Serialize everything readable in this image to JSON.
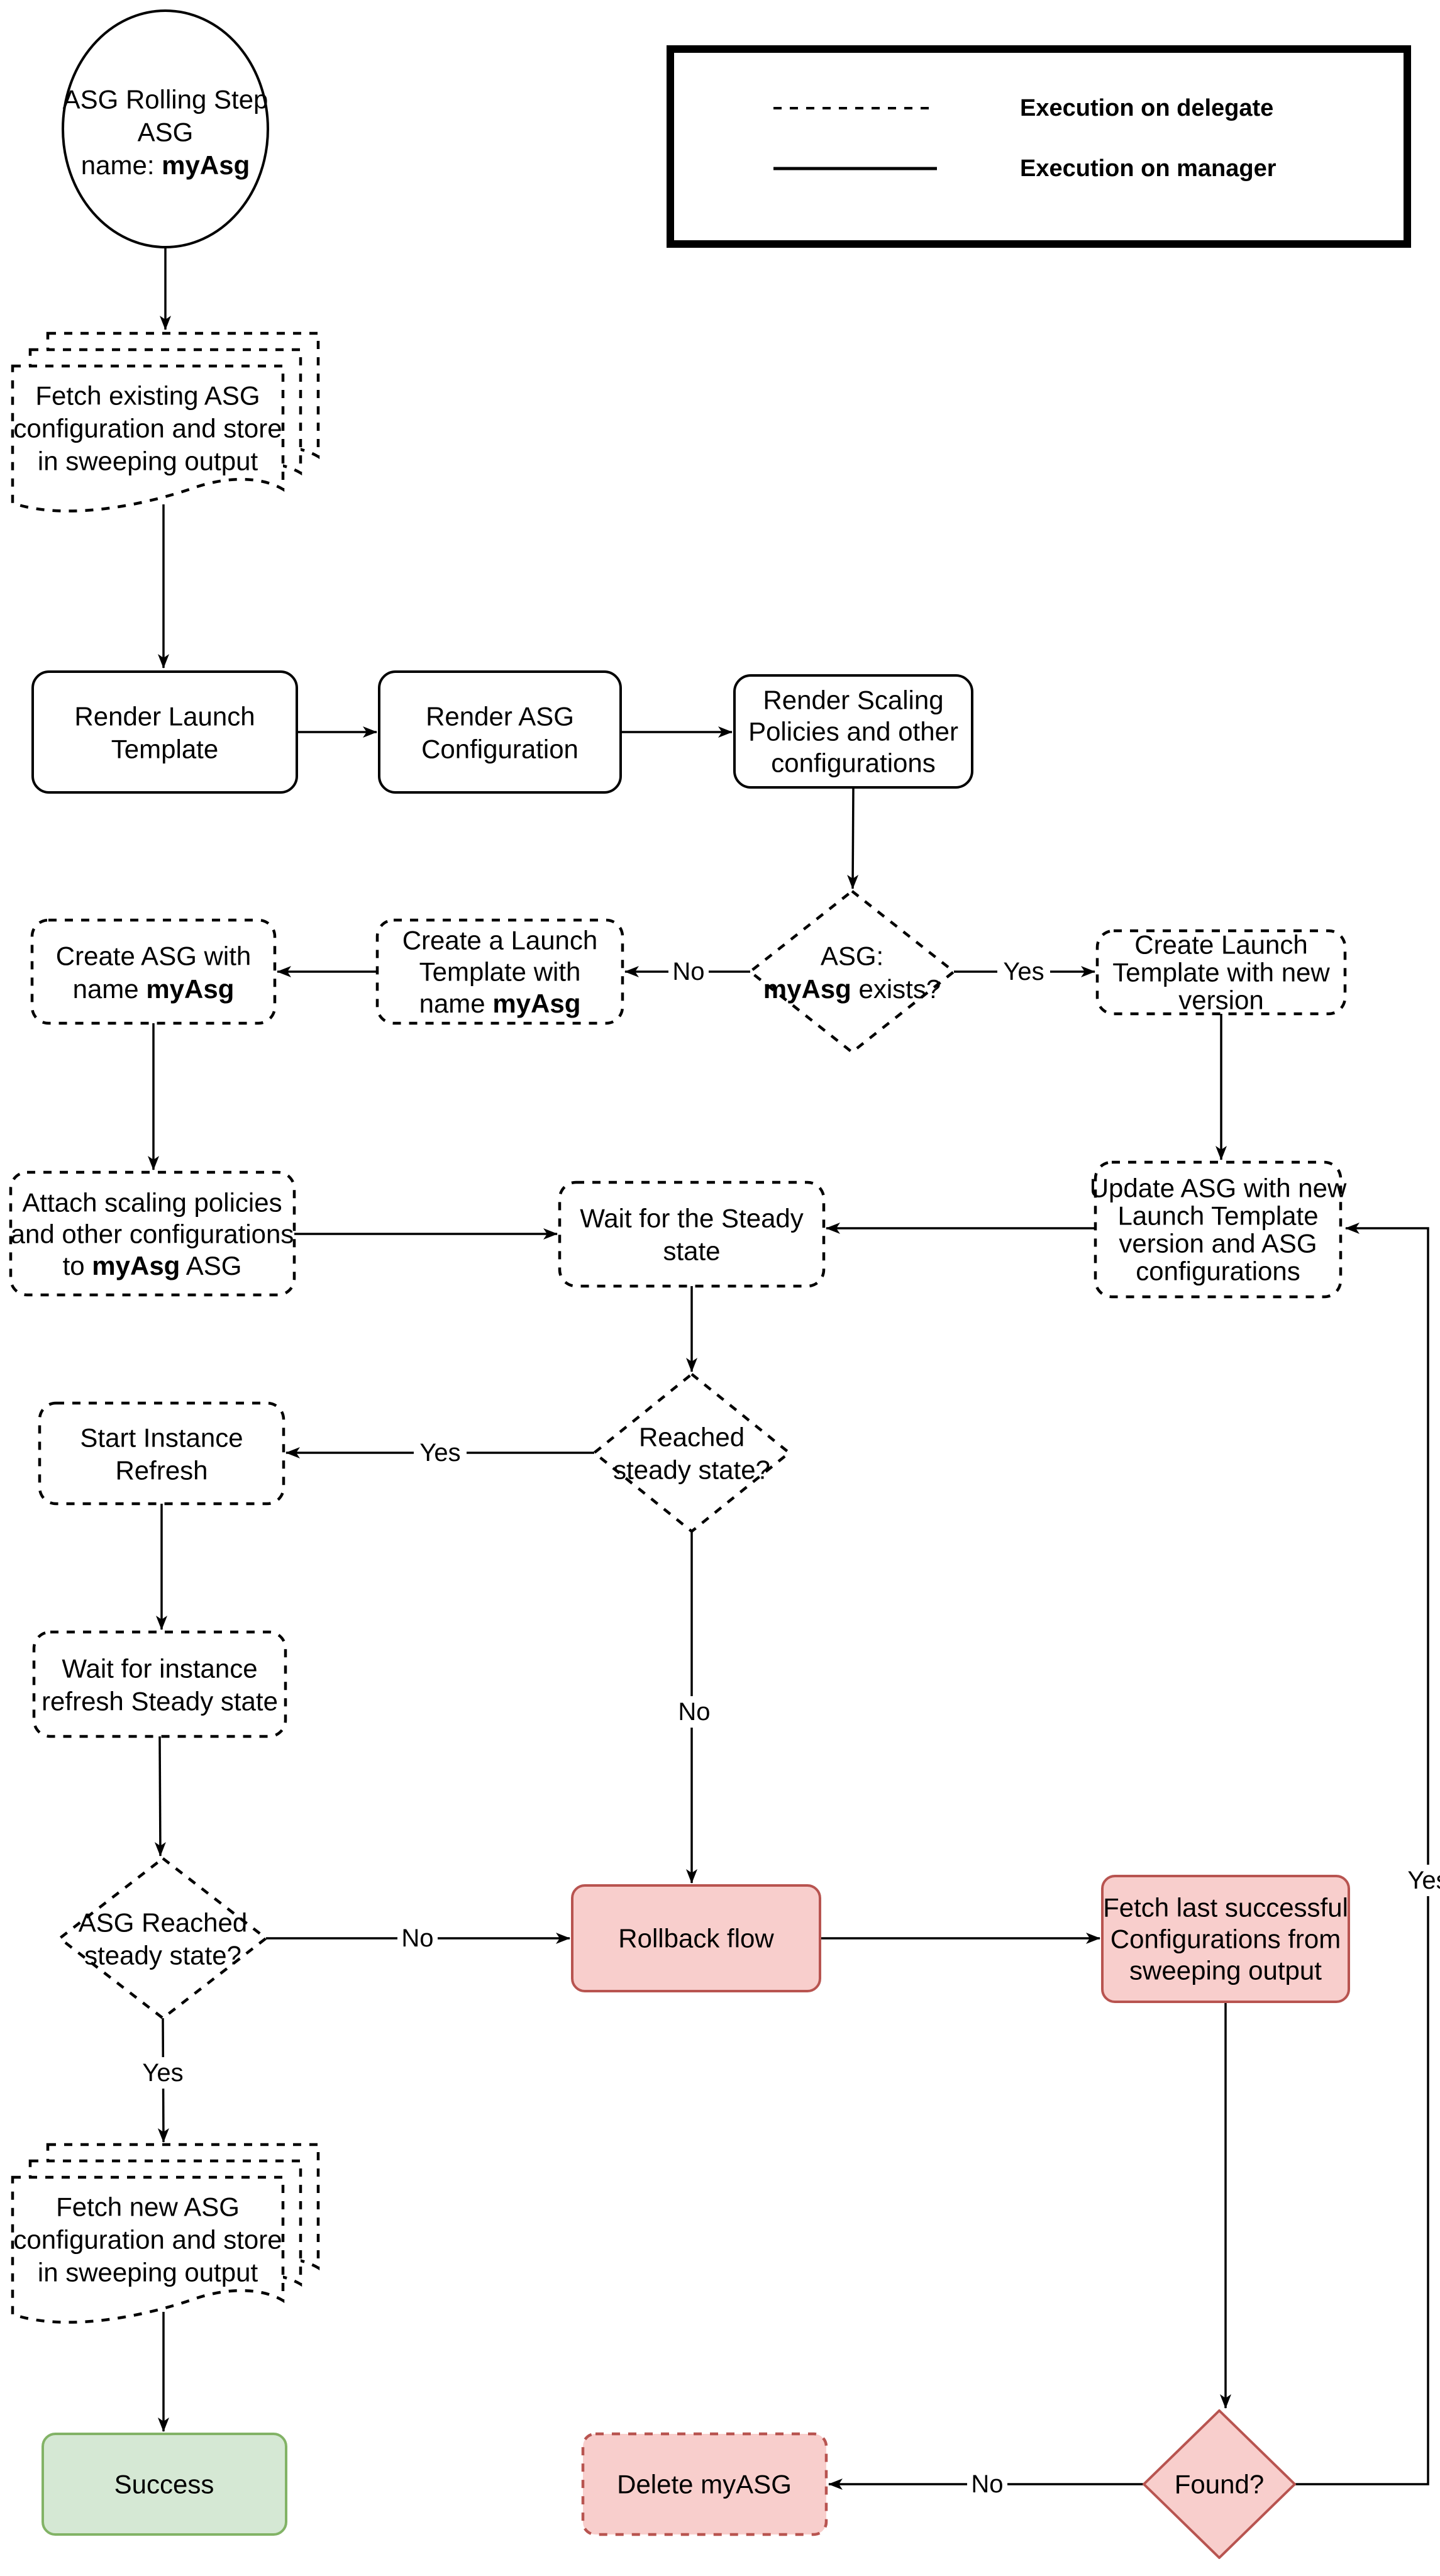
{
  "legend": {
    "items": [
      {
        "style": "dashed",
        "label": "Execution on delegate"
      },
      {
        "style": "solid",
        "label": "Execution on manager"
      }
    ]
  },
  "colors": {
    "background": "#ffffff",
    "stroke": "#000000",
    "pink_fill": "#f8cecc",
    "pink_stroke": "#b85450",
    "green_fill": "#d5e8d4",
    "green_stroke": "#82b366"
  },
  "nodes": {
    "start": {
      "l1": "ASG Rolling Step",
      "l2": "ASG",
      "l3a": "name: ",
      "l3b": "myAsg"
    },
    "fetch_existing": {
      "l1": "Fetch existing ASG",
      "l2": "configuration and store",
      "l3": "in sweeping output"
    },
    "render_launch_template": {
      "l1": "Render Launch",
      "l2": "Template"
    },
    "render_asg_config": {
      "l1": "Render ASG",
      "l2": "Configuration"
    },
    "render_scaling": {
      "l1": "Render Scaling",
      "l2": "Policies and other",
      "l3": "configurations"
    },
    "asg_exists": {
      "l1": "ASG:",
      "l2a": "myAsg",
      "l2b": " exists?"
    },
    "create_launch_template": {
      "l1": "Create a Launch",
      "l2": "Template with",
      "l3a": "name ",
      "l3b": "myAsg"
    },
    "create_asg": {
      "l1": "Create ASG with",
      "l2a": "name ",
      "l2b": "myAsg"
    },
    "create_lt_new_version": {
      "l1": "Create Launch",
      "l2": "Template with new",
      "l3": "version"
    },
    "attach_scaling": {
      "l1": "Attach scaling policies",
      "l2": "and other configurations",
      "l3a": "to ",
      "l3b": "myAsg",
      "l3c": " ASG"
    },
    "wait_steady": {
      "l1": "Wait for the Steady",
      "l2": "state"
    },
    "update_asg": {
      "l1": "Update ASG with new",
      "l2": "Launch Template",
      "l3": "version and ASG",
      "l4": "configurations"
    },
    "reached_steady": {
      "l1": "Reached",
      "l2": "steady state?"
    },
    "start_instance_refresh": {
      "l1": "Start Instance",
      "l2": "Refresh"
    },
    "wait_instance_refresh": {
      "l1": "Wait for instance",
      "l2": "refresh Steady state"
    },
    "asg_reached_steady": {
      "l1": "ASG Reached",
      "l2": "steady state?"
    },
    "rollback": {
      "l1": "Rollback flow"
    },
    "fetch_last_success": {
      "l1": "Fetch last successful",
      "l2": "Configurations from",
      "l3": "sweeping output"
    },
    "fetch_new": {
      "l1": "Fetch new ASG",
      "l2": "configuration and store",
      "l3": "in sweeping output"
    },
    "success": {
      "l1": "Success"
    },
    "delete_myasg": {
      "l1": "Delete myASG"
    },
    "found": {
      "l1": "Found?"
    }
  },
  "edge_labels": {
    "asg_exists_no": "No",
    "asg_exists_yes": "Yes",
    "reached_steady_yes": "Yes",
    "reached_steady_no": "No",
    "asg_reached_no": "No",
    "asg_reached_yes": "Yes",
    "found_no": "No",
    "found_yes": "Yes"
  }
}
